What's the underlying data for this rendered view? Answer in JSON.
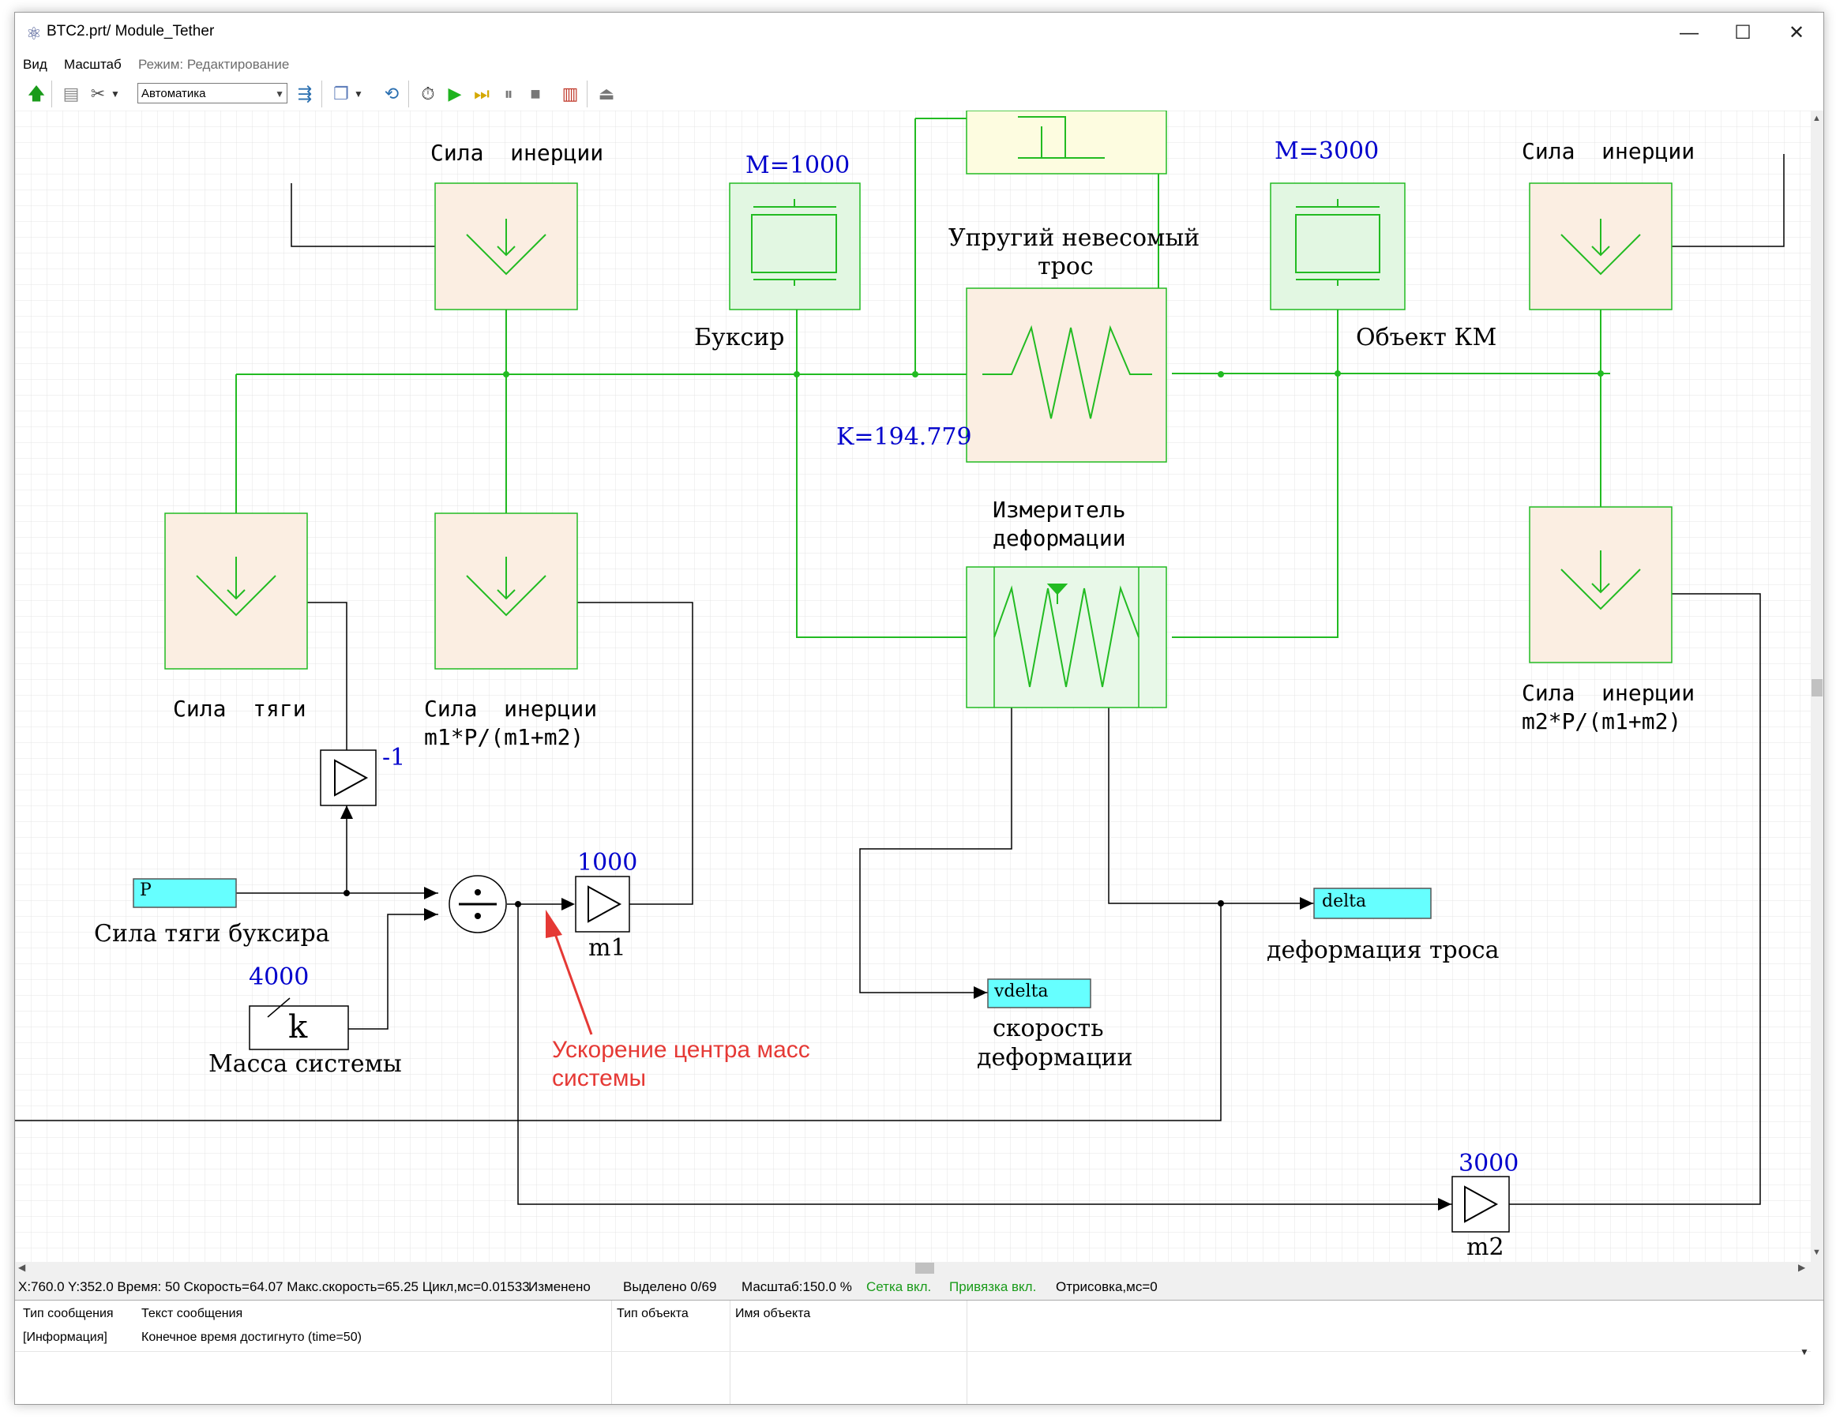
{
  "window": {
    "title": "BTC2.prt/ Module_Tether",
    "minimize": "—",
    "maximize": "☐",
    "close": "✕"
  },
  "menu": {
    "view": "Вид",
    "scale": "Масштаб",
    "mode": "Режим: Редактирование"
  },
  "toolbar": {
    "mode_select_value": "Автоматика",
    "icons": [
      "up-arrow-icon",
      "script-icon",
      "tools-icon",
      "dropdown-icon",
      "compile-icon",
      "layers-icon",
      "refresh-icon",
      "timer-icon",
      "play-icon",
      "step-icon",
      "pause-icon",
      "stop-icon",
      "chart-icon",
      "exit-icon"
    ]
  },
  "blocks": {
    "inertia1": "Сила  инерции",
    "inertia4": "Сила  инерции",
    "mass_tug_param": "M=1000",
    "mass_tug_label": "Буксир",
    "mass_obj_param": "M=3000",
    "mass_obj_label": "Объект КМ",
    "spring_label_1": "Упругий невесомый",
    "spring_label_2": "трос",
    "spring_param": "K=194.779",
    "meter_label_1": "Измеритель",
    "meter_label_2": "деформации",
    "thrust_label": "Сила  тяги",
    "inertia2_label_1": "Сила  инерции",
    "inertia2_label_2": "m1*P/(m1+m2)",
    "inertia3_label_1": "Сила  инерции",
    "inertia3_label_2": "m2*P/(m1+m2)",
    "gain_neg": "-1",
    "input_p": "P",
    "input_p_label": "Сила тяги буксира",
    "const_value": "4000",
    "const_symbol": "k",
    "const_label": "Масса системы",
    "gain_m1_value": "1000",
    "gain_m1_label": "m1",
    "gain_m2_value": "3000",
    "gain_m2_label": "m2",
    "out_vdelta": "vdelta",
    "out_vdelta_label_1": "скорость",
    "out_vdelta_label_2": "деформации",
    "out_delta": "delta",
    "out_delta_label": "деформация троса",
    "annotation_1": "Ускорение центра масс",
    "annotation_2": "системы"
  },
  "colors": {
    "green_line": "#22bb22",
    "block_fill": "#fbeee2",
    "mass_fill": "#e2f7e2",
    "cyan": "#66ffff",
    "annot": "#e53935",
    "param_blue": "#0000cc"
  },
  "status": {
    "coords": "X:760.0  Y:352.0 Время: 50 Скорость=64.07 Макс.скорость=65.25 Цикл,мс=0.01533",
    "changed": "Изменено",
    "selected": "Выделено 0/69",
    "zoom": "Масштаб:150.0 %",
    "grid": "Сетка вкл.",
    "snap": "Привязка вкл.",
    "render": "Отрисовка,мс=0"
  },
  "messages": {
    "headers": [
      "Тип сообщения",
      "Текст сообщения",
      "Тип объекта",
      "Имя объекта"
    ],
    "rows": [
      [
        "[Информация]",
        "Конечное время достигнуто (time=50)",
        "",
        ""
      ]
    ]
  }
}
